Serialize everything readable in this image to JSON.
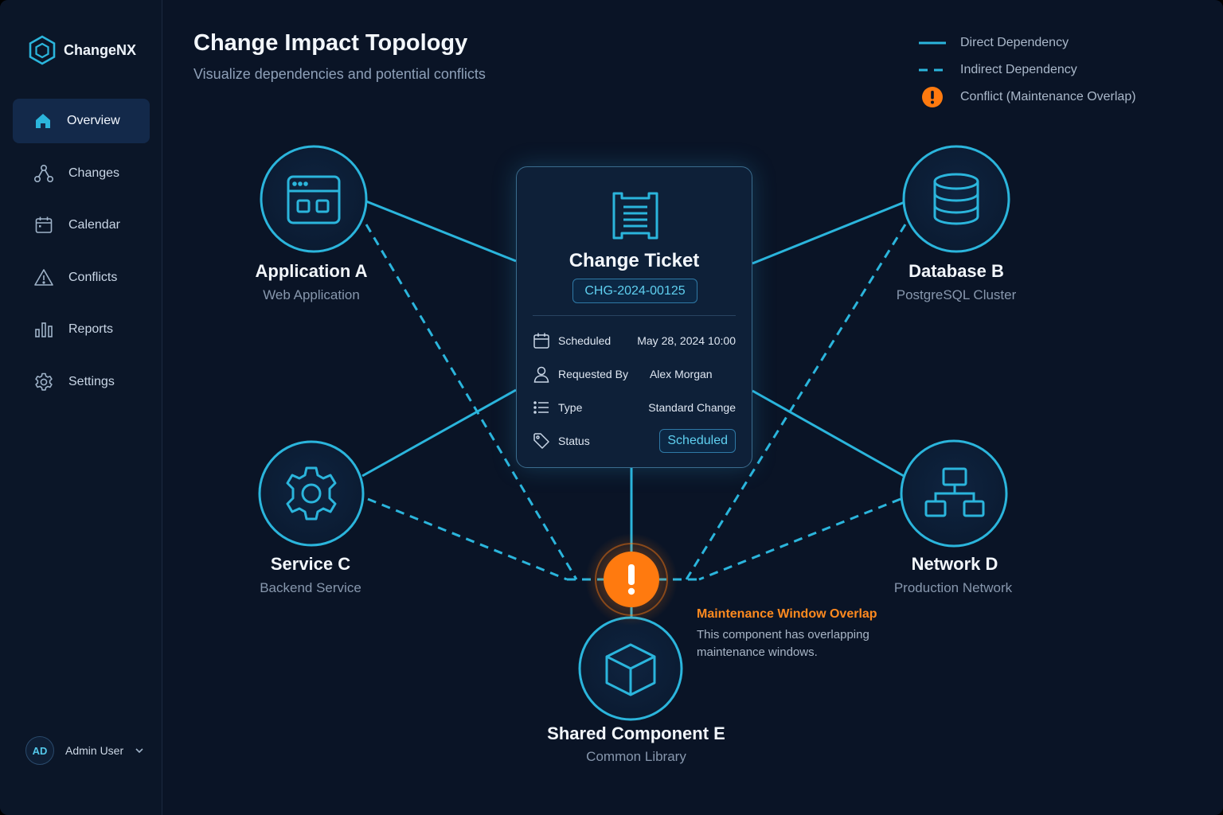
{
  "app": {
    "brand": "ChangeNX"
  },
  "sidebar": {
    "items": [
      {
        "label": "Overview",
        "icon": "home-icon",
        "active": true
      },
      {
        "label": "Changes",
        "icon": "nodes-icon",
        "active": false
      },
      {
        "label": "Calendar",
        "icon": "calendar-icon",
        "active": false
      },
      {
        "label": "Conflicts",
        "icon": "warning-icon",
        "active": false
      },
      {
        "label": "Reports",
        "icon": "bar-chart-icon",
        "active": false
      },
      {
        "label": "Settings",
        "icon": "gear-icon",
        "active": false
      }
    ],
    "user": {
      "initials": "AD",
      "name": "Admin User"
    }
  },
  "header": {
    "title": "Change Impact Topology",
    "subtitle": "Visualize dependencies and potential conflicts"
  },
  "legend": {
    "direct": "Direct Dependency",
    "indirect": "Indirect Dependency",
    "conflict": "Conflict (Maintenance Overlap)"
  },
  "nodes": {
    "app_a": {
      "title": "Application A",
      "subtitle": "Web Application",
      "icon": "browser-window-icon"
    },
    "db_b": {
      "title": "Database B",
      "subtitle": "PostgreSQL Cluster",
      "icon": "database-icon"
    },
    "svc_c": {
      "title": "Service C",
      "subtitle": "Backend Service",
      "icon": "gear-icon"
    },
    "net_d": {
      "title": "Network D",
      "subtitle": "Production Network",
      "icon": "network-tree-icon"
    },
    "shared_e": {
      "title": "Shared Component E",
      "subtitle": "Common Library",
      "icon": "cube-icon"
    }
  },
  "ticket": {
    "title": "Change Ticket",
    "id": "CHG-2024-00125",
    "rows": {
      "scheduled": {
        "label": "Scheduled",
        "value": "May 28, 2024 10:00"
      },
      "requested": {
        "label": "Requested By",
        "value": "Alex Morgan"
      },
      "type": {
        "label": "Type",
        "value": "Standard Change"
      },
      "status": {
        "label": "Status",
        "value": "Scheduled"
      }
    }
  },
  "conflict": {
    "title": "Maintenance Window Overlap",
    "description": "This component has overlapping maintenance windows."
  },
  "colors": {
    "accent": "#2bb5dc",
    "conflict": "#ff7a0f",
    "background": "#0a1426"
  }
}
